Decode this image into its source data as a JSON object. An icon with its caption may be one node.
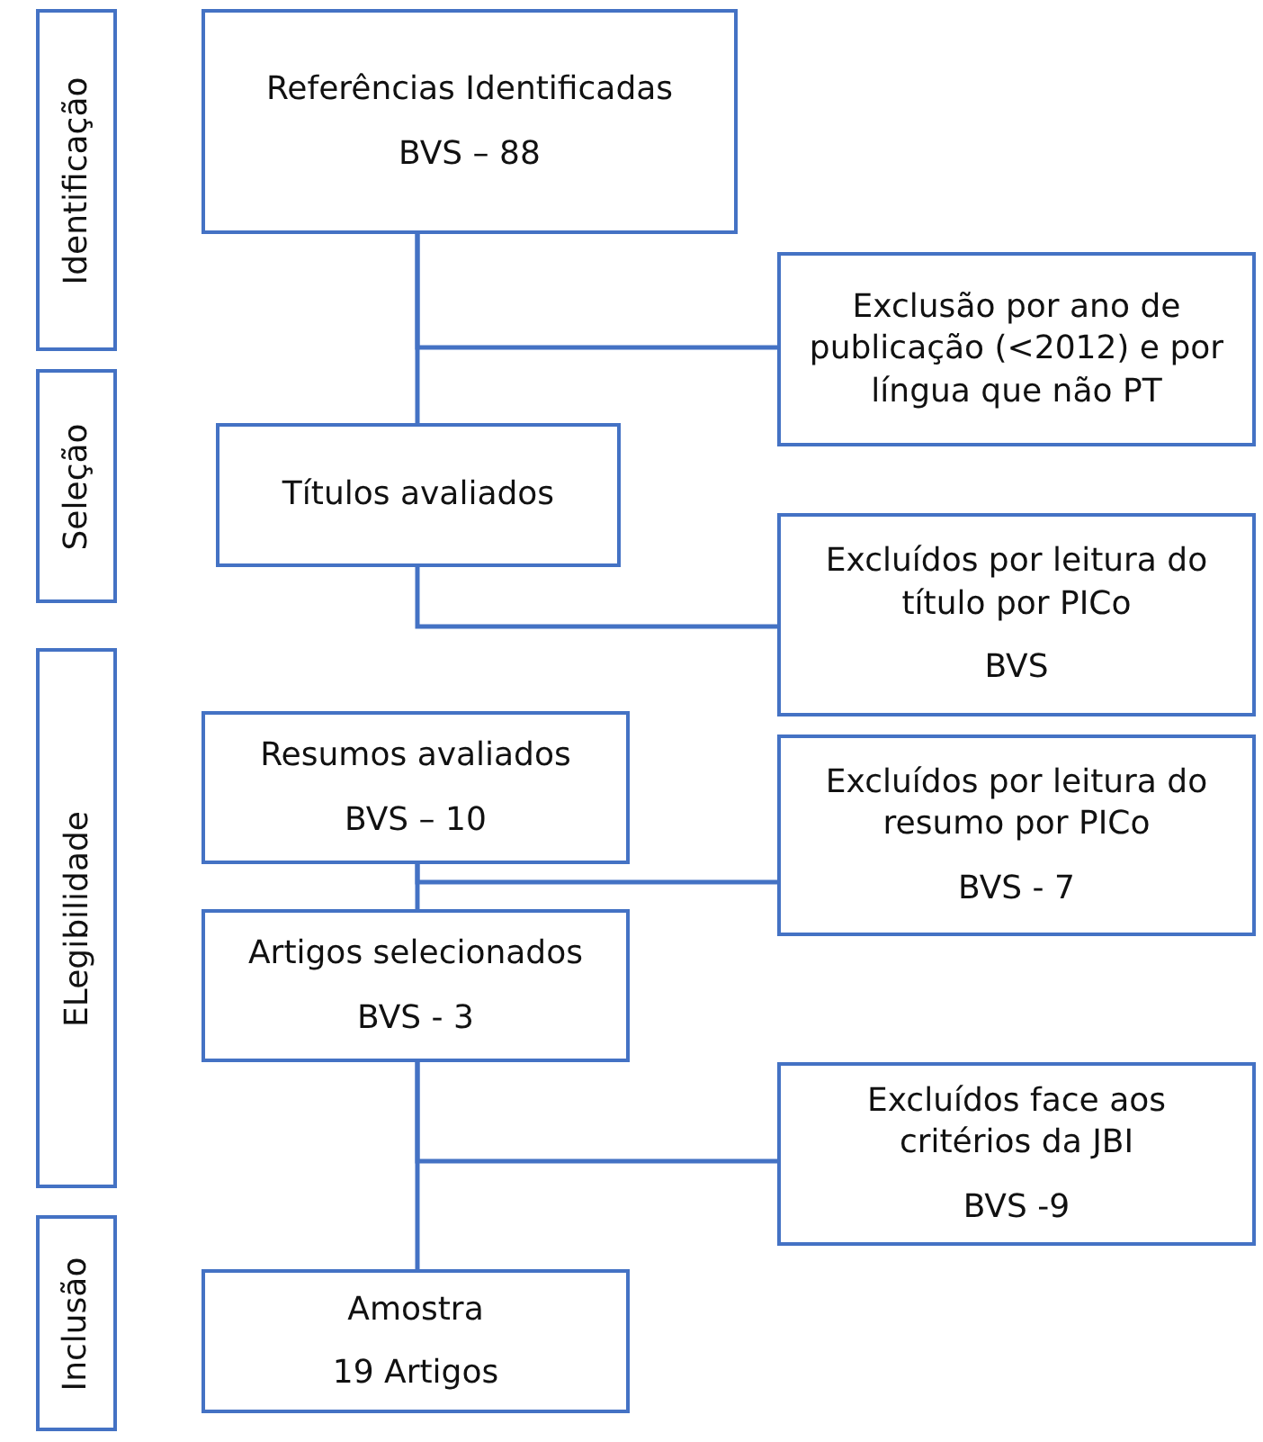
{
  "diagram": {
    "nodes": [
      {
        "text": [
          "Identificação"
        ]
      },
      {
        "text": [
          "Referências Identificadas",
          "BVS – 88"
        ]
      },
      {
        "text": [
          "Exclusão por ano de publicação (<2012) e por língua que não PT"
        ]
      },
      {
        "text": [
          "Seleção"
        ]
      },
      {
        "text": [
          "Títulos avaliados"
        ]
      },
      {
        "text": [
          "Excluídos por leitura do título por PICo",
          "BVS"
        ]
      },
      {
        "text": [
          "ELegibilidade"
        ]
      },
      {
        "text": [
          "Resumos avaliados",
          "BVS – 10"
        ]
      },
      {
        "text": [
          "Excluídos por leitura do resumo por PICo",
          "BVS - 7"
        ]
      },
      {
        "text": [
          "Artigos selecionados",
          "BVS - 3"
        ]
      },
      {
        "text": [
          "Excluídos face aos critérios da JBI",
          "BVS -9"
        ]
      },
      {
        "text": [
          "Inclusão"
        ]
      },
      {
        "text": [
          "Amostra",
          "19 Artigos"
        ]
      }
    ],
    "edges": [
      {
        "from": 1,
        "to": 4,
        "arrow": "none"
      },
      {
        "from": 1,
        "to": 2,
        "arrow": "none"
      },
      {
        "from": 4,
        "to": 5,
        "arrow": "none"
      },
      {
        "from": 7,
        "to": 9,
        "arrow": "none"
      },
      {
        "from": 7,
        "to": 8,
        "arrow": "none"
      },
      {
        "from": 9,
        "to": 12,
        "arrow": "none"
      },
      {
        "from": 9,
        "to": 10,
        "arrow": "none"
      }
    ]
  }
}
